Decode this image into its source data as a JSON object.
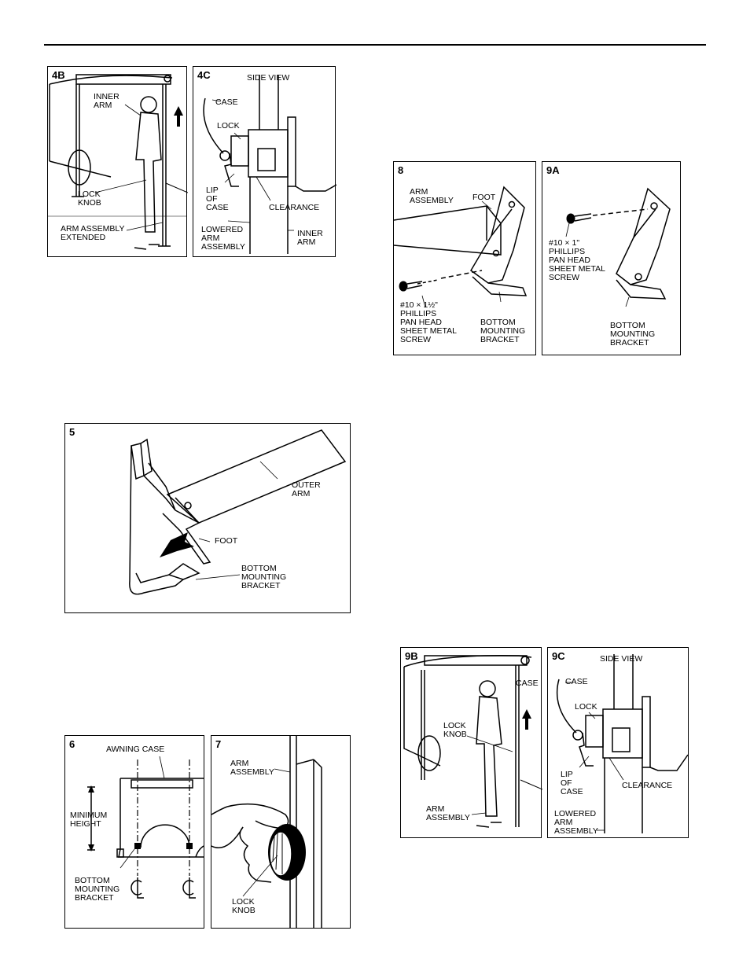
{
  "figures": {
    "f4b": {
      "num": "4B",
      "inner_arm": "INNER\nARM",
      "lock_knob": "LOCK\nKNOB",
      "arm_ext": "ARM ASSEMBLY\nEXTENDED"
    },
    "f4c": {
      "num": "4C",
      "title": "SIDE VIEW",
      "case": "CASE",
      "lock": "LOCK",
      "lip": "LIP\nOF\nCASE",
      "clearance": "CLEARANCE",
      "lowered": "LOWERED\nARM\nASSEMBLY",
      "inner": "INNER\nARM"
    },
    "f8": {
      "num": "8",
      "arm": "ARM\nASSEMBLY",
      "foot": "FOOT",
      "screw": "#10 × 1½\"\nPHILLIPS\nPAN HEAD\nSHEET METAL\nSCREW",
      "bracket": "BOTTOM\nMOUNTING\nBRACKET"
    },
    "f9a": {
      "num": "9A",
      "screw": "#10 × 1\"\nPHILLIPS\nPAN HEAD\nSHEET METAL\nSCREW",
      "bracket": "BOTTOM\nMOUNTING\nBRACKET"
    },
    "f5": {
      "num": "5",
      "outer": "OUTER\nARM",
      "foot": "FOOT",
      "bracket": "BOTTOM\nMOUNTING\nBRACKET"
    },
    "f6": {
      "num": "6",
      "case": "AWNING CASE",
      "min": "MINIMUM\nHEIGHT",
      "bracket": "BOTTOM\nMOUNTING\nBRACKET"
    },
    "f7": {
      "num": "7",
      "arm": "ARM\nASSEMBLY",
      "knob": "LOCK\nKNOB"
    },
    "f9b": {
      "num": "9B",
      "case": "CASE",
      "lock_knob": "LOCK\nKNOB",
      "arm": "ARM\nASSEMBLY"
    },
    "f9c": {
      "num": "9C",
      "title": "SIDE VIEW",
      "case": "CASE",
      "lock": "LOCK",
      "lip": "LIP\nOF\nCASE",
      "clearance": "CLEARANCE",
      "lowered": "LOWERED\nARM\nASSEMBLY"
    }
  }
}
